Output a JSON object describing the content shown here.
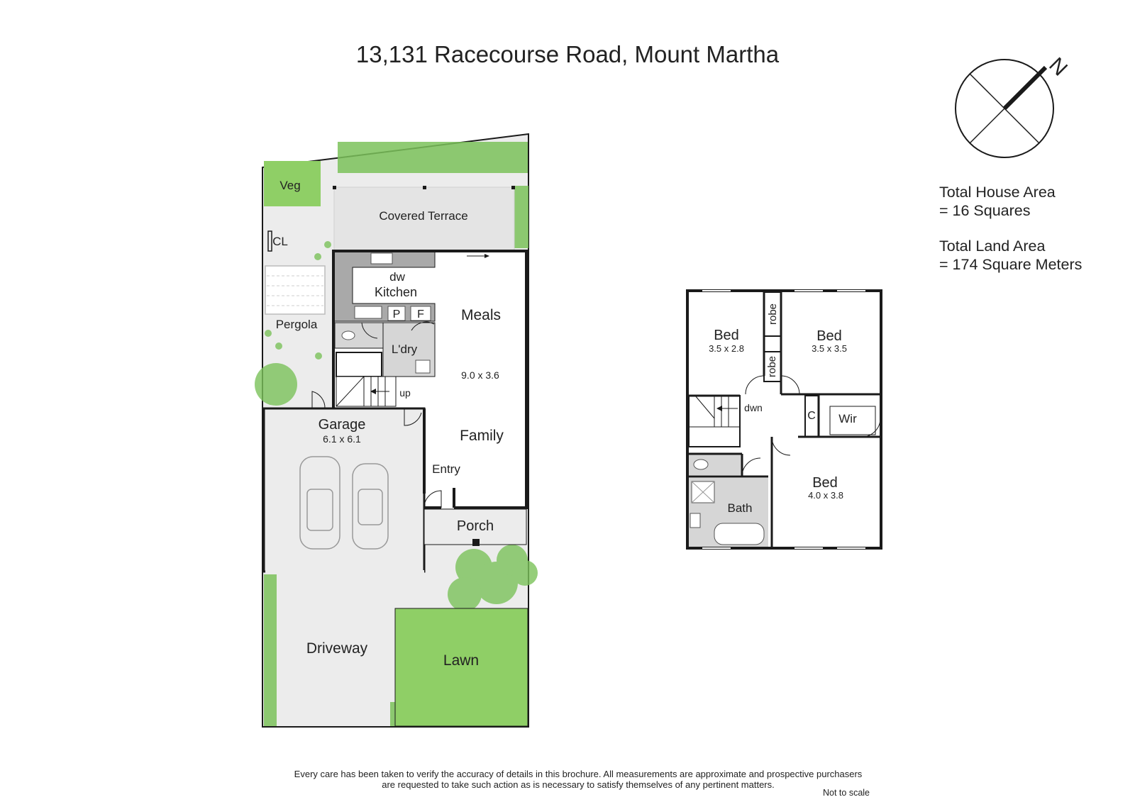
{
  "title": "13,131 Racecourse Road, Mount Martha",
  "compass": {
    "north_label": "N"
  },
  "areas": {
    "house_line1": "Total House Area",
    "house_line2": "= 16 Squares",
    "land_line1": "Total Land Area",
    "land_line2": "= 174 Square Meters"
  },
  "ground_floor": {
    "veg": "Veg",
    "covered_terrace": "Covered Terrace",
    "cl": "CL",
    "pergola": "Pergola",
    "dw": "dw",
    "kitchen": "Kitchen",
    "pantry": "P",
    "fridge": "F",
    "laundry": "L'dry",
    "meals": "Meals",
    "meals_family_dims": "9.0 x 3.6",
    "family": "Family",
    "up": "up",
    "garage": "Garage",
    "garage_dims": "6.1 x 6.1",
    "entry": "Entry",
    "porch": "Porch",
    "driveway": "Driveway",
    "lawn": "Lawn"
  },
  "first_floor": {
    "bed1": "Bed",
    "bed1_dims": "3.5 x 2.8",
    "bed2": "Bed",
    "bed2_dims": "3.5 x 3.5",
    "robe1": "robe",
    "robe2": "robe",
    "dwn": "dwn",
    "linen": "C",
    "wir": "Wir",
    "bed3": "Bed",
    "bed3_dims": "4.0 x 3.8",
    "bath": "Bath"
  },
  "footer": {
    "disclaimer_line1": "Every care has been taken to verify the accuracy of details in this brochure. All measurements are approximate and prospective purchasers",
    "disclaimer_line2": "are requested to take such action as is necessary to satisfy themselves of any pertinent matters.",
    "not_to_scale": "Not to scale"
  },
  "colors": {
    "wall": "#1a1a1a",
    "lot_fill": "#ececec",
    "lawn": "#8fcf66",
    "veg": "#8fcf66",
    "garden": "#7bc25a",
    "kitchen_bench": "#a9a9a9",
    "room_fill": "#ffffff"
  }
}
